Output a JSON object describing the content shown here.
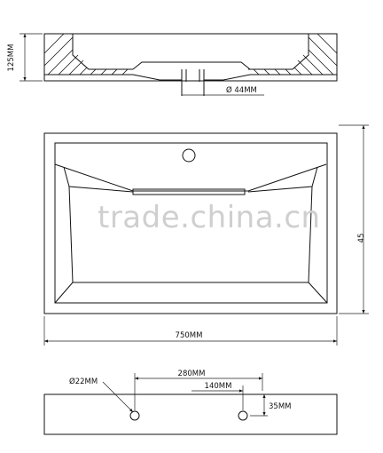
{
  "dimensions": {
    "depth": "125MM",
    "drain_diameter": "Ø 44MM",
    "width": "750MM",
    "length": "45",
    "hole_diameter": "Ø22MM",
    "hole_spacing_outer": "280MM",
    "hole_spacing_inner": "140MM",
    "hole_offset": "35MM"
  },
  "watermark": "trade.china.cn",
  "colors": {
    "line": "#111111",
    "watermark": "#cfcfcf",
    "background": "#ffffff"
  }
}
